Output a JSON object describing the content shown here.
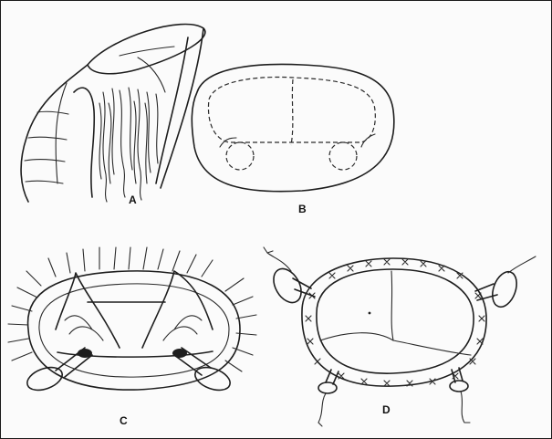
{
  "figure": {
    "panels": [
      {
        "id": "A",
        "label": "A"
      },
      {
        "id": "B",
        "label": "B"
      },
      {
        "id": "C",
        "label": "C"
      },
      {
        "id": "D",
        "label": "D"
      }
    ]
  },
  "colors": {
    "ink": "#1e1e1e",
    "paper": "#fbfbfb",
    "border": "#1a1a1a"
  }
}
